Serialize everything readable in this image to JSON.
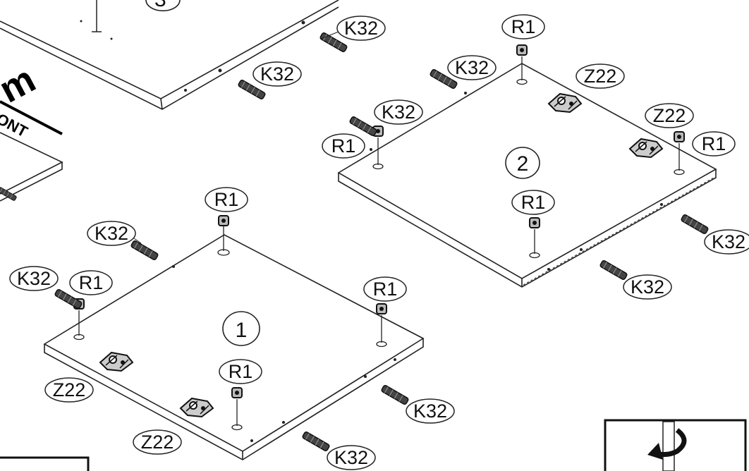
{
  "diagram": {
    "heading_partial": "m",
    "heading_sub_partial": "ONT",
    "panel_number_top_partial": "3",
    "panels": [
      {
        "number": "1"
      },
      {
        "number": "2"
      }
    ],
    "callouts": {
      "top_a": "K32",
      "top_b": "K32",
      "p1_k32_a": "K32",
      "p1_k32_b": "K32",
      "p1_r1_left": "R1",
      "p1_r1_top": "R1",
      "p1_r1_right": "R1",
      "p1_r1_front": "R1",
      "p1_z22_a": "Z22",
      "p1_z22_b": "Z22",
      "p1_k32_c": "K32",
      "p1_k32_d": "K32",
      "p2_r1_top": "R1",
      "p2_k32_a": "K32",
      "p2_k32_b": "K32",
      "p2_r1_left": "R1",
      "p2_z22_a": "Z22",
      "p2_z22_b": "Z22",
      "p2_r1_right": "R1",
      "p2_r1_front": "R1",
      "p2_k32_c": "K32",
      "p2_k32_d": "K32"
    },
    "icons": {
      "rotate": "rotate-arrow-icon"
    }
  }
}
